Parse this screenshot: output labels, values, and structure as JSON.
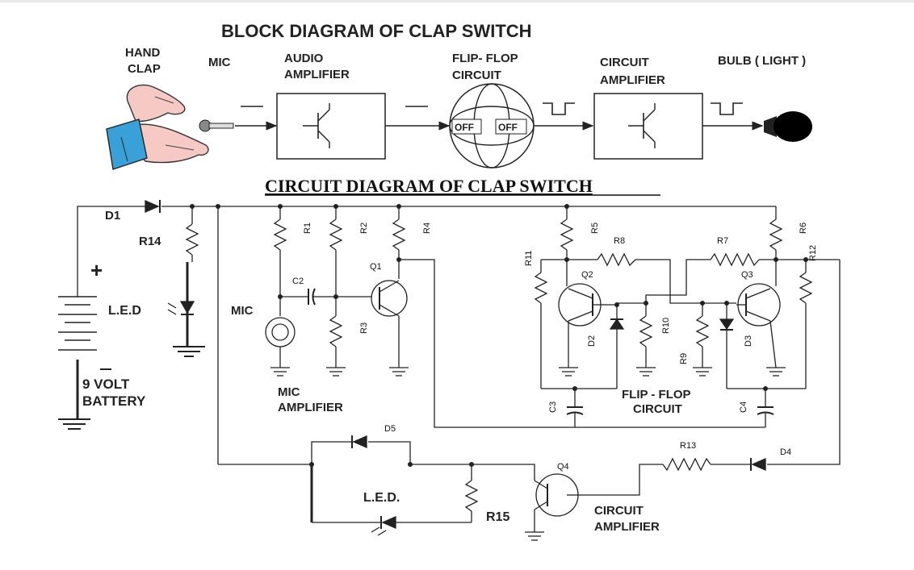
{
  "block": {
    "title": "BLOCK DIAGRAM OF CLAP SWITCH",
    "hand_clap_1": "HAND",
    "hand_clap_2": "CLAP",
    "mic": "MIC",
    "audio_1": "AUDIO",
    "audio_2": "AMPLIFIER",
    "ff_1": "FLIP- FLOP",
    "ff_2": "CIRCUIT",
    "ca_1": "CIRCUIT",
    "ca_2": "AMPLIFIER",
    "bulb": "BULB (  LIGHT )",
    "off_left": "OFF",
    "off_right": "OFF"
  },
  "circuit": {
    "title": "CIRCUIT DIAGRAM OF CLAP SWITCH",
    "d1": "D1",
    "r14": "R14",
    "plus": "+",
    "led": "L.E.D",
    "mic": "MIC",
    "battery_1": "9 VOLT",
    "battery_2": "BATTERY",
    "r1": "R1",
    "r2": "R2",
    "r3": "R3",
    "r4": "R4",
    "c2": "C2",
    "q1": "Q1",
    "mic_amp_1": "MIC",
    "mic_amp_2": "AMPLIFIER",
    "r5": "R5",
    "r6": "R6",
    "r7": "R7",
    "r8": "R8",
    "r9": "R9",
    "r10": "R10",
    "r11": "R11",
    "r12": "R12",
    "q2": "Q2",
    "q3": "Q3",
    "d2": "D2",
    "d3": "D3",
    "c3": "C3",
    "c4": "C4",
    "ff_1": "FLIP - FLOP",
    "ff_2": "CIRCUIT",
    "d5": "D5",
    "d4": "D4",
    "r13": "R13",
    "q4": "Q4",
    "r15": "R15",
    "led2": "L.E.D.",
    "ca_1": "CIRCUIT",
    "ca_2": "AMPLIFIER"
  }
}
